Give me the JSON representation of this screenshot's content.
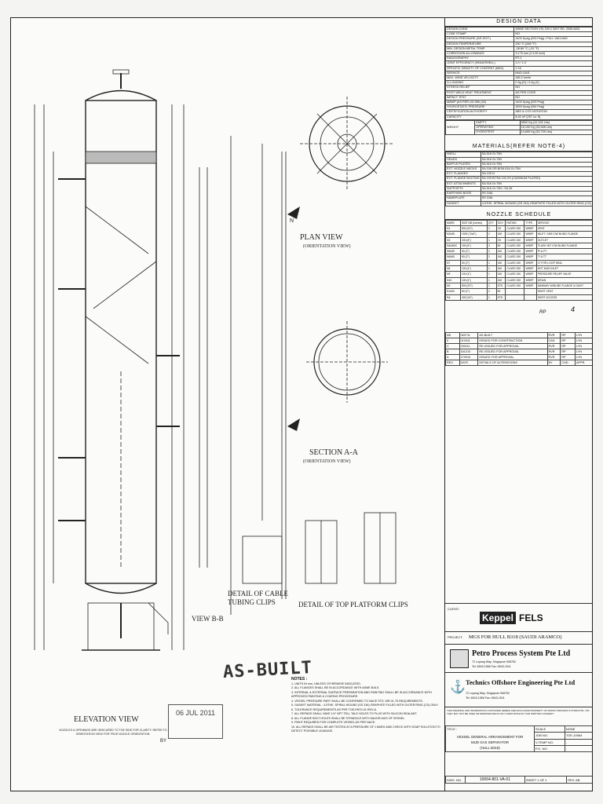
{
  "design_data": {
    "title": "DESIGN   DATA",
    "rows": [
      [
        "DESIGN CODE",
        "ASME SECTION VIII, DIV.1 2007 ED. 2008 ADD."
      ],
      [
        "CODE STAMP",
        "NO"
      ],
      [
        "DESIGN PRESSURE (INT./EXT.)",
        "1400 Kpag (203 Psig) / FULL VACUUM"
      ],
      [
        "DESIGN TEMPERATURE",
        "130 °C (266 °F)"
      ],
      [
        "MIN. DESIGN METAL TEMP.",
        "-28.89 °C (-20 °F)"
      ],
      [
        "CORROSION ALLOWANCE",
        "3.175 mm (0.125 inch)"
      ],
      [
        "RADIOGRAPHY",
        "RT-1"
      ],
      [
        "JOINT EFFICIENCY (HEAD/SHELL)",
        "1.0 / 1.0"
      ],
      [
        "SPECIFIC GRAVITY OF CONTENT (MAX)",
        "2.16"
      ],
      [
        "SERVICE",
        "MUD-GAS"
      ],
      [
        "MAX. WIND VELOCITY",
        "185.2 km/hr"
      ],
      [
        "G-LOADING",
        "0.3g (H) / 0.4g (V)"
      ],
      [
        "STRESS RELIEF",
        "NO"
      ],
      [
        "POST WELD HEAT TREATMENT",
        "AS PER CODE"
      ],
      [
        "IMPACT TEST",
        "NO"
      ],
      [
        "MAWP (AS PER UG-99b (34)",
        "1400 Kpag (203 Psig)"
      ],
      [
        "HYDROSTATIC PRESSURE",
        "1833 Kpag (264 Psig)"
      ],
      [
        "CERTIFICATION AUTHORITY",
        "ABS & COS NOTATION"
      ],
      [
        "CAPACITY",
        "8.40 m³ (297 cu. ft)"
      ]
    ],
    "weight_label": "WEIGHT",
    "weight_rows": [
      [
        "EMPTY",
        "5500 Kg (12,125 Lbs)"
      ],
      [
        "OPERATING",
        "15,190 Kg (33,468 Lbs)"
      ],
      [
        "HYDROTEST",
        "14,650 Kg (32,739 Lbs)"
      ]
    ]
  },
  "materials": {
    "title": "MATERIALS(REFER NOTE-4)",
    "rows": [
      [
        "SHELL",
        "SA 516 Gr.70N"
      ],
      [
        "HEADS",
        "SA 516 Gr.70N"
      ],
      [
        "BAFFLE PLATES",
        "SA 516 Gr.70N"
      ],
      [
        "EXT. NOZZLE NECKS",
        "SA 106 GR.B/SA 516 Gr.70N"
      ],
      [
        "EXT. FLANGES",
        "SA 105 N"
      ],
      [
        "EXT. FLANGE BOLTING",
        "SA 193 B7/SA 194 2H (CADMIUM PLATED)"
      ],
      [
        "EXT. ATTACHMENTS",
        "SA 516 Gr.70N"
      ],
      [
        "SUPPORTS",
        "SA 516 Gr.70N / SA 36"
      ],
      [
        "EARTHING BOSS",
        "SS 316L"
      ],
      [
        "NAMEPLATE",
        "SS 316L"
      ],
      [
        "GASKET",
        "4.5THK. SPIRAL WOUND (SS 316) GRAPHITE FILLED WITH OUTER RING (CS) ONLY."
      ]
    ]
  },
  "nozzle": {
    "title": "NOZZLE   SCHEDULE",
    "headers": [
      "MARK",
      "SIZE NB (Inches)",
      "QTY",
      "SCH",
      "RATING",
      "TYPE",
      "SERVICE"
    ],
    "rows": [
      [
        "N1",
        "500 (20\")",
        "1",
        "XS",
        "CLASS 150",
        "WNRF",
        "VENT"
      ],
      [
        "N2A/B",
        "1925 (\"2x6\")",
        "2",
        "160",
        "CLASS 150",
        "WNRF",
        "INLET / N05 C/W BLIND FLANGE"
      ],
      [
        "N3",
        "200 (8\")",
        "1",
        "XS",
        "CLASS 150",
        "WNRF",
        "OUTLET"
      ],
      [
        "N4A/B/C",
        "150 (6\")",
        "3",
        "80",
        "CLASS 150",
        "WNRF",
        "FLUSH INT C/W BLIND FLANGE"
      ],
      [
        "N5A/B",
        "50 (2\")",
        "2",
        "160",
        "CLASS 150",
        "WNRF",
        "PI & PT"
      ],
      [
        "N6A/B",
        "50 (2\")",
        "2",
        "160",
        "CLASS 150",
        "WNRF",
        "TI & TT"
      ],
      [
        "N7",
        "50 (2\")",
        "1",
        "160",
        "CLASS 150",
        "WNRF",
        "LT FOR LOOP SEAL"
      ],
      [
        "N8",
        "100 (4\")",
        "1",
        "160",
        "CLASS 150",
        "WNRF",
        "HOT MUD INLET"
      ],
      [
        "N9",
        "100 (4\")",
        "1",
        "160",
        "CLASS 150",
        "WNRF",
        "PRESSURE RELIEF VALVE"
      ],
      [
        "N10",
        "100 (4\")",
        "1",
        "160",
        "CLASS 150",
        "WNRF",
        "DRAIN"
      ],
      [
        "M1",
        "500 (20\")",
        "1",
        "STD",
        "CLASS 150",
        "WNRF",
        "MANWAY W/BLIND FLANGE & DAVIT"
      ],
      [
        "S1A/B",
        "50 (2\")",
        "2",
        "80",
        "-",
        "-",
        "SKIRT VENT"
      ],
      [
        "SA",
        "400 (16\")",
        "1",
        "STD",
        "-",
        "-",
        "SKIRT ACCESS"
      ]
    ]
  },
  "revisions": {
    "rows": [
      [
        "AB",
        "060711",
        "AS-BUILT",
        "RVR",
        "RP",
        "LYN"
      ],
      [
        "0",
        "010311",
        "ISSUED FOR CONSTRUCTION",
        "CAD",
        "RP",
        "LYN"
      ],
      [
        "C",
        "030111",
        "RE-ISSUED FOR APPROVAL",
        "RVR",
        "RP",
        "LYN"
      ],
      [
        "B",
        "161210",
        "RE-ISSUED FOR APPROVAL",
        "RVR",
        "RP",
        "LYN"
      ],
      [
        "A",
        "270910",
        "ISSUED FOR APPROVAL",
        "RVR",
        "RP",
        "LYN"
      ]
    ],
    "header": [
      "REV.",
      "DATE",
      "DETAILS OF ALTERATIONS",
      "BY",
      "CHD.",
      "APPR."
    ],
    "handwritten": [
      "RP",
      "4"
    ]
  },
  "client": {
    "label": "CLIENT:",
    "name": "Keppel",
    "name2": "FELS"
  },
  "project": {
    "label": "PROJECT:",
    "text": "MGS FOR HULL B318 (SAUDI ARAMCO)"
  },
  "company1": {
    "name": "Petro Process System Pte Ltd",
    "addr": "72 Loyang Way, Singapore 508762",
    "tel": "Tel: 6543-1566    Fax: 6543-1511"
  },
  "company2": {
    "name": "Technics Offshore Engineering Pte Ltd",
    "addr": "72 Loyang Way, Singapore 508762",
    "tel": "Tel: 6543-1566    Fax: 6543-1511"
  },
  "confidential": "THIS DRAWING AND INFORMATION CONTAINED HEREIN ARE EXCLUSIVE PROPERTY OF PETRO PROCESS SYSTEM PTE. LTD. THEY MAY NOT BE USED OR REPRODUCED IN ANY FORM WITHOUT OUR WRITTEN CONSENT.",
  "title_block": {
    "title_label": "TITLE :",
    "title_lines": [
      "VESSEL GENERAL ARRANGEMENT FOR",
      "MUD GAS SEPARATOR",
      "(HULL B318)"
    ],
    "scale_label": "SCALE",
    "scale": "NONE",
    "job_label": "JOB NO.",
    "job": "TOE-10064",
    "tag_label": "V-TEMP NO.",
    "tag": "-",
    "po_label": "P.O. NO.",
    "po": "-",
    "dwg_label": "DWG. NO.",
    "dwg": "10064-801-VA-01",
    "sheet": "SHEET 1 OF 1",
    "rev": "REV. AB"
  },
  "views": {
    "elevation": "ELEVATION VIEW",
    "elevation_note": "NOZZLES & OPENINGS ARE OBSCURED TO THE SIDE FOR CLARITY. REFER TO ORIENTATION VIEW FOR TRUE NOZZLE ORIENTATION.",
    "plan": "PLAN VIEW",
    "plan_sub": "(ORIENTATION VIEW)",
    "section": "SECTION A-A",
    "section_sub": "(ORIENTATION VIEW)",
    "view_bb": "VIEW B-B",
    "cable": "DETAIL OF CABLE TUBING CLIPS",
    "platform": "DETAIL OF TOP PLATFORM CLIPS",
    "as_built": "AS-BUILT",
    "stamp": "06 JUL 2011",
    "by": "BY",
    "north": "N"
  },
  "notes": {
    "title": "NOTES :",
    "items": [
      "1. UNITS IN mm, UNLESS OTHERWISE INDICATED.",
      "2. ALL FLANGES SHALL BE IN ACCORDANCE WITH ASME B16.5.",
      "3. INTERNAL & EXTERNAL SURFACE PREPARATION AND PAINTING SHALL BE IN ACCORDANCE WITH APPROVED PAINTING & COATING PROCEDURE.",
      "4. VESSEL PRESSURE PART SHALL BE CONFIRMED TO NACE STD. MR-01-75 REQUIREMENTS.",
      "5. GASKET MATERIAL : 4.5THK. SPIRAL WOUND (SS 316) GRAPHITE FILLED WITH OUTER RING (CS) ONLY.",
      "6. TOLERANCE REQUIREMENTS AS PER TOE-PATD-01 REV-A.",
      "7. ALL REPADS SHALL HAVE 1/4\" NPT TELL TALE HOLES TO PLUG WITH SILICON SEALANT.",
      "8. ALL FLANGE BOLT HOLES SHALL BE STRADDLE WITH MAJOR AXIS OF VESSEL.",
      "9. PWHT REQUIRED FOR COMPLETE VESSEL AS PER NACE.",
      "10. ALL REPADS SHALL BE AIR TESTED AT A PRESSURE OF 1 BARG AND CHECK WITH SOAP SOLUTION TO DETECT POSSIBLE LEAKAGE."
    ]
  }
}
